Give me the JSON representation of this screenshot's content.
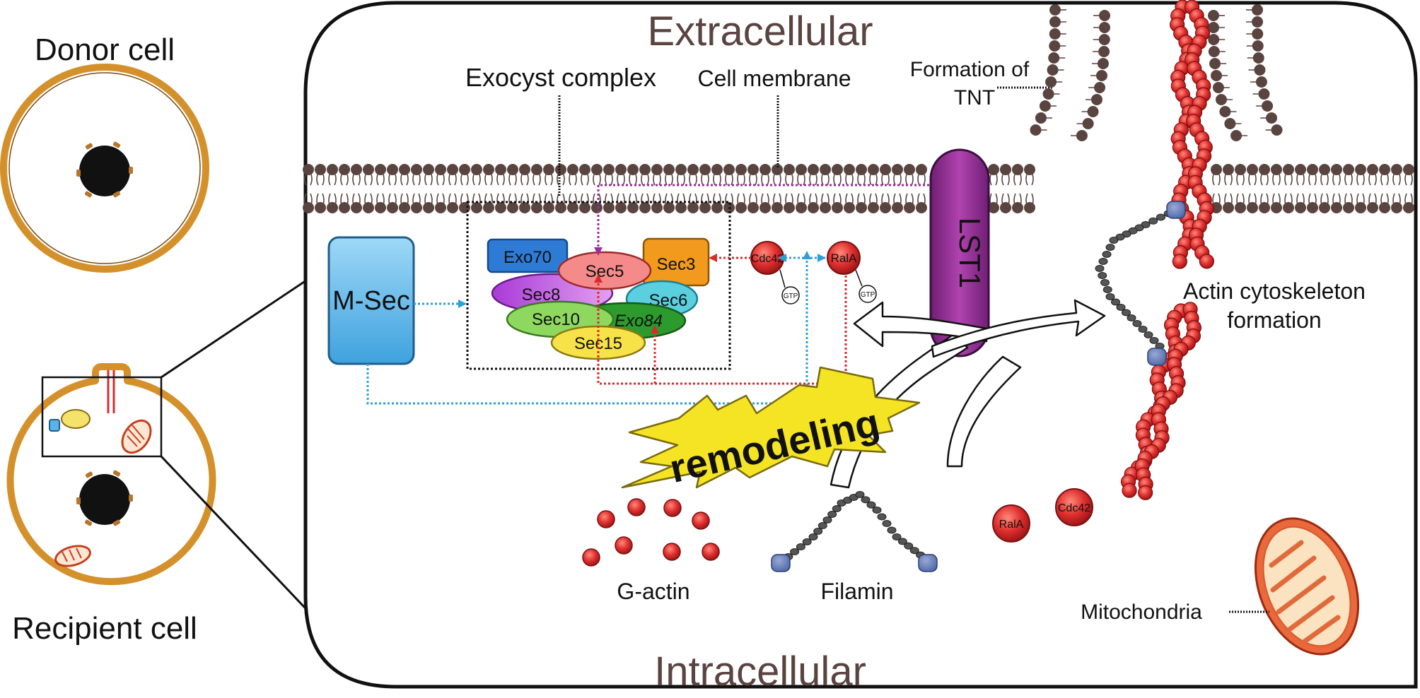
{
  "cells": {
    "donor_label": "Donor cell",
    "recipient_label": "Recipient cell"
  },
  "regions": {
    "extracellular": "Extracellular",
    "intracellular": "Intracellular"
  },
  "labels": {
    "exocyst_complex": "Exocyst complex",
    "cell_membrane": "Cell membrane",
    "formation_of_tnt_line1": "Formation of",
    "formation_of_tnt_line2": "TNT",
    "actin_line1": "Actin cytoskeleton",
    "actin_line2": "formation",
    "g_actin": "G-actin",
    "filamin": "Filamin",
    "mitochondria": "Mitochondria",
    "remodeling": "remodeling"
  },
  "proteins": {
    "m_sec": "M-Sec",
    "lst1": "LST1",
    "exo70": "Exo70",
    "sec5": "Sec5",
    "sec3": "Sec3",
    "sec8": "Sec8",
    "sec6": "Sec6",
    "sec10": "Sec10",
    "exo84": "Exo84",
    "sec15": "Sec15",
    "cdc42": "Cdc42",
    "rala": "RalA",
    "gtp": "GTP"
  },
  "colors": {
    "cell_wall": "#D4902A",
    "nucleus": "#111111",
    "lipid_head": "#5A4440",
    "actin_red": "#D62F2F",
    "lst1_purple": "#8E2A8E",
    "msec_blue": "#5BB4E8",
    "remodeling_yellow": "#F4E423",
    "arrow_blue": "#2E9FD6",
    "arrow_red": "#D92B2B",
    "arrow_purple": "#9B2D9B"
  }
}
